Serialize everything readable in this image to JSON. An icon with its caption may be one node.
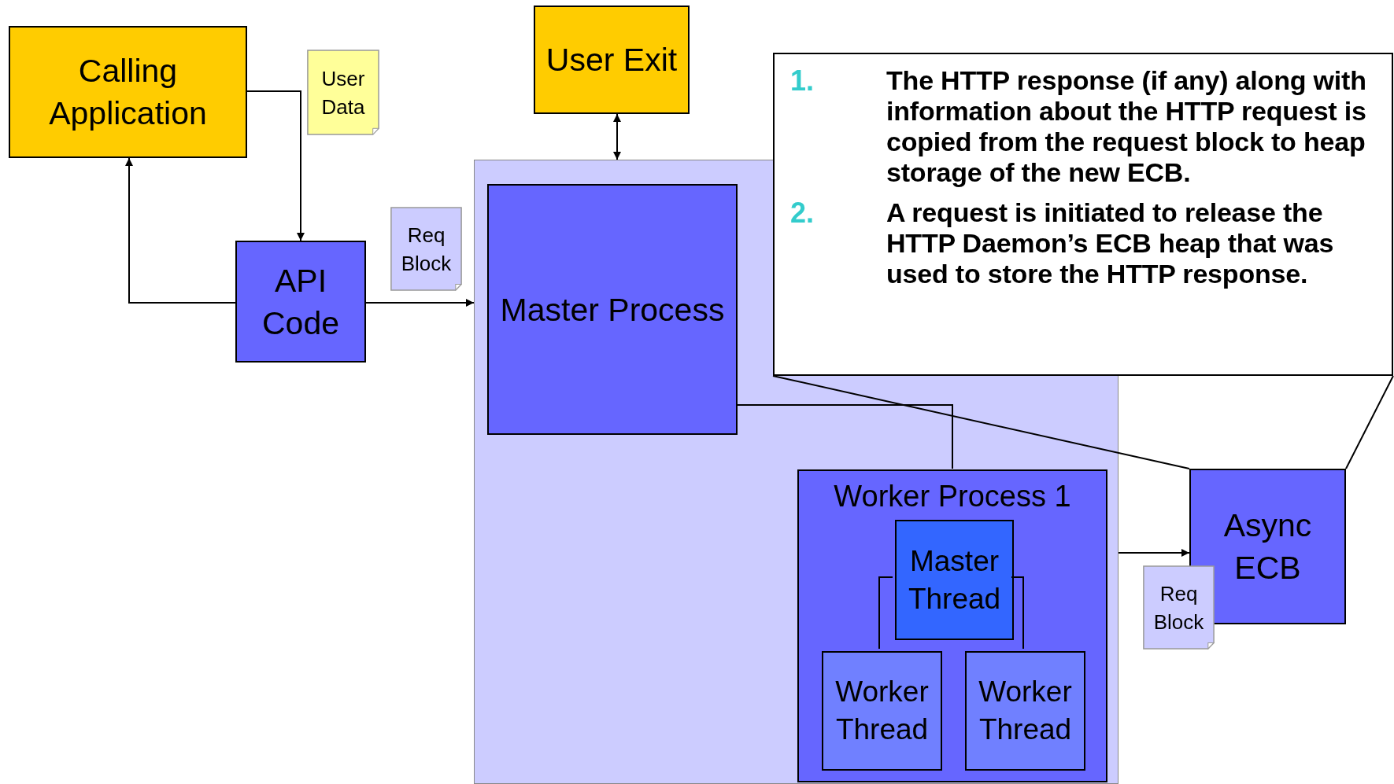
{
  "diagram": {
    "nodes": [
      {
        "text": [
          "Calling Application"
        ]
      },
      {
        "text": [
          "User Data"
        ]
      },
      {
        "text": [
          "User Exit"
        ]
      },
      {
        "text": [
          "1.",
          "The HTTP response (if any) along with information about the HTTP request is copied from the request block to heap storage of the new ECB.",
          "2.",
          "A request is initiated to release the HTTP Daemon’s ECB heap that was used to store the HTTP response."
        ]
      },
      {
        "text": [
          "Req Block"
        ]
      },
      {
        "text": [
          "API Code"
        ]
      },
      {
        "text": [],
        "shape": "box"
      },
      {
        "text": [
          "Master Process"
        ],
        "in": 6
      },
      {
        "text": [
          "Worker Process 1"
        ],
        "in": 6
      },
      {
        "text": [
          "Master Thread"
        ],
        "in": 8
      },
      {
        "text": [
          "Worker Thread"
        ],
        "in": 8
      },
      {
        "text": [
          "Worker Thread"
        ],
        "in": 8
      },
      {
        "text": [
          "Async ECB"
        ]
      },
      {
        "text": [
          "Req Block"
        ]
      }
    ],
    "edges": [
      {
        "from": 0,
        "to": 5,
        "arrow": "to"
      },
      {
        "from": 5,
        "to": 0,
        "arrow": "to"
      },
      {
        "from": 5,
        "to": 6,
        "arrow": "to"
      },
      {
        "from": 2,
        "to": 6,
        "arrow": "both"
      },
      {
        "from": 7,
        "to": 8,
        "arrow": "none"
      },
      {
        "from": 6,
        "to": 12,
        "arrow": "to"
      },
      {
        "from": 3,
        "to": 12,
        "arrow": "none"
      },
      {
        "from": 9,
        "to": 10,
        "arrow": "none"
      },
      {
        "from": 9,
        "to": 11,
        "arrow": "none"
      }
    ]
  }
}
